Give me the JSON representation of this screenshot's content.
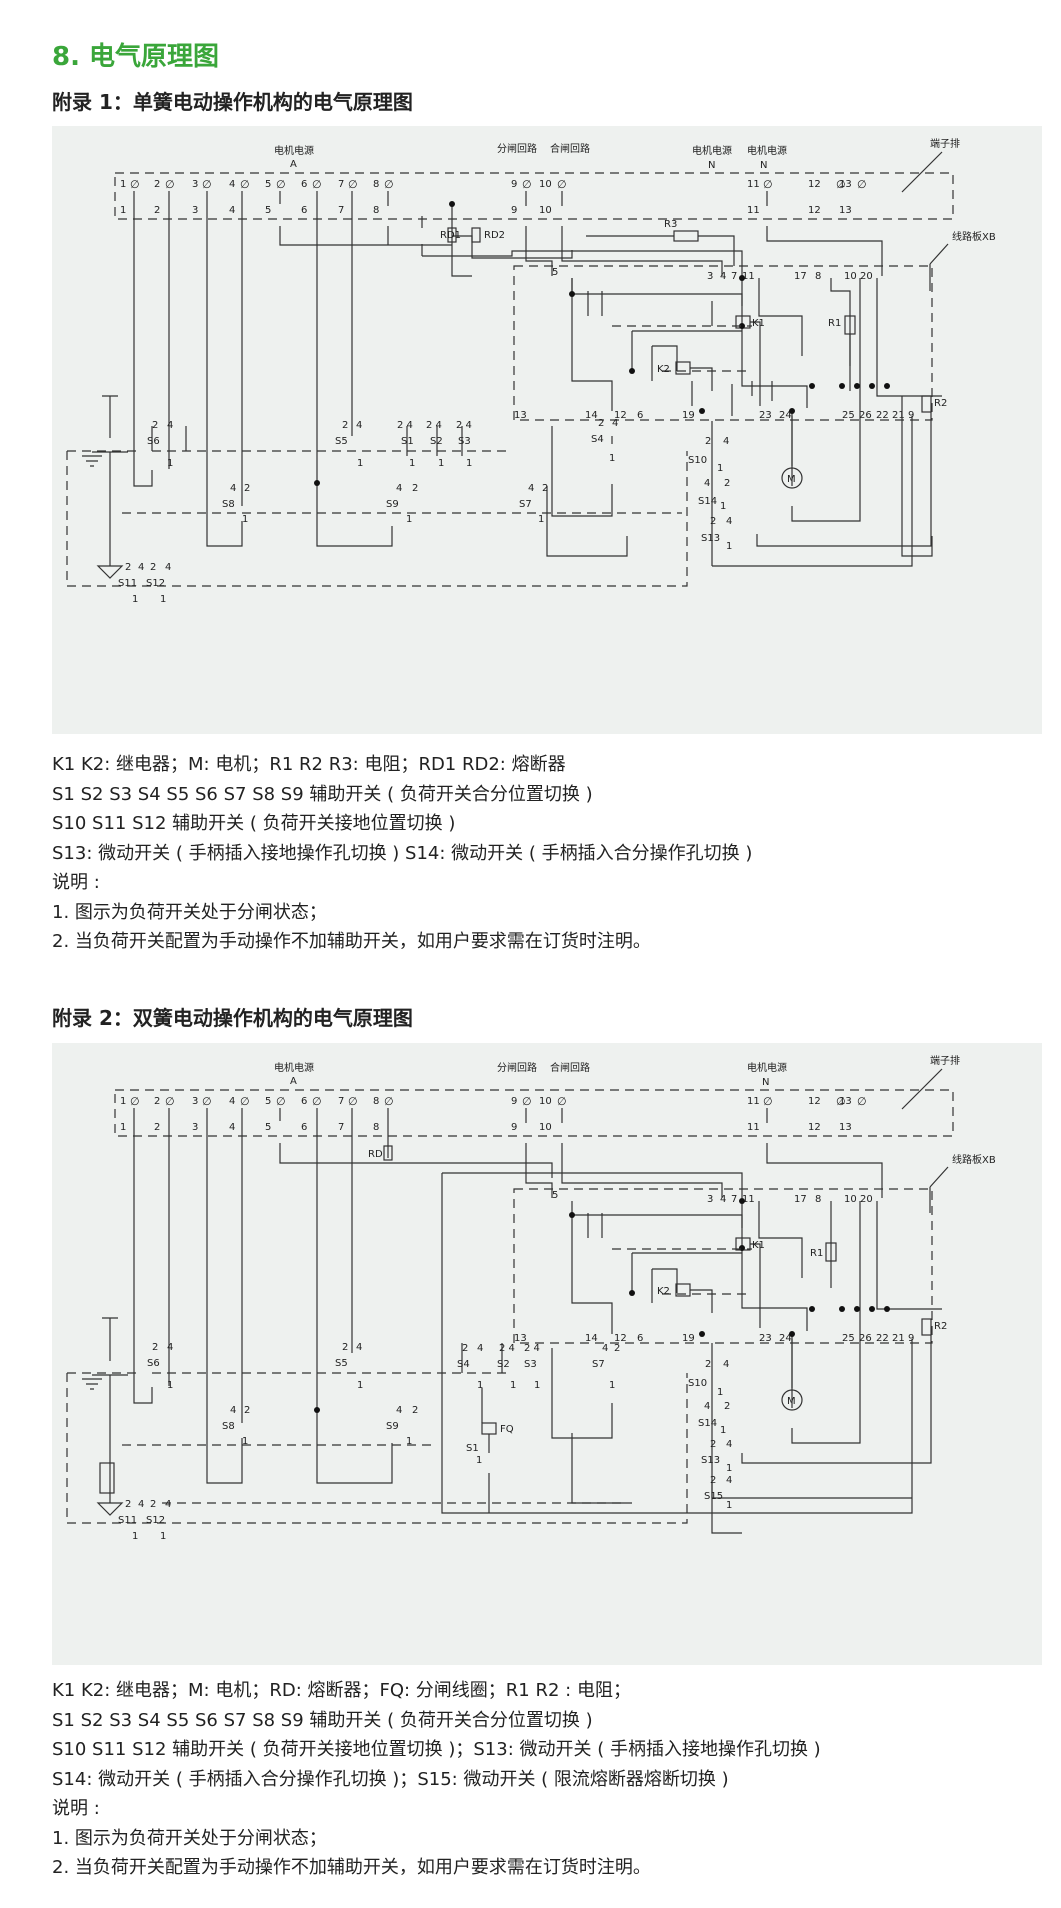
{
  "section_title": "8. 电气原理图",
  "appendix1": {
    "title": "附录 1：单簧电动操作机构的电气原理图",
    "labels": {
      "motor_power_a": "电机电源",
      "a": "A",
      "open_circuit": "分闸回路",
      "close_circuit": "合闸回路",
      "motor_power_n1": "电机电源",
      "n1": "N",
      "motor_power_n2": "电机电源",
      "n2": "N",
      "terminal_strip": "端子排",
      "circuit_board": "线路板XB",
      "rd1": "RD1",
      "rd2": "RD2",
      "r3": "R3",
      "k1": "K1",
      "k2": "K2",
      "r1": "R1",
      "r2": "R2",
      "m": "M",
      "s1": "S1",
      "s2": "S2",
      "s3": "S3",
      "s4": "S4",
      "s5": "S5",
      "s6": "S6",
      "s7": "S7",
      "s8": "S8",
      "s9": "S9",
      "s10": "S10",
      "s11": "S11",
      "s12": "S12",
      "s13": "S13",
      "s14": "S14"
    },
    "terminals_top": [
      "1",
      "2",
      "3",
      "4",
      "5",
      "6",
      "7",
      "8",
      "9",
      "10",
      "11",
      "12",
      "13"
    ],
    "board_terminals": [
      "5",
      "3",
      "4",
      "7",
      "11",
      "17",
      "8",
      "10",
      "20",
      "13",
      "14",
      "12",
      "6",
      "19",
      "23",
      "24",
      "25",
      "26",
      "22",
      "21",
      "9"
    ],
    "notes": [
      "K1 K2: 继电器；M: 电机；R1 R2 R3: 电阻；RD1 RD2: 熔断器",
      "S1 S2 S3 S4 S5 S6 S7 S8 S9 辅助开关 ( 负荷开关合分位置切换 )",
      "S10 S11 S12 辅助开关 ( 负荷开关接地位置切换 )",
      "S13: 微动开关 ( 手柄插入接地操作孔切换 )      S14: 微动开关 ( 手柄插入合分操作孔切换 )",
      "说明 :",
      "1. 图示为负荷开关处于分闸状态；",
      "2. 当负荷开关配置为手动操作不加辅助开关，如用户要求需在订货时注明。"
    ]
  },
  "appendix2": {
    "title": "附录 2：双簧电动操作机构的电气原理图",
    "labels": {
      "motor_power_a": "电机电源",
      "a": "A",
      "open_circuit": "分闸回路",
      "close_circuit": "合闸回路",
      "motor_power_n": "电机电源",
      "n": "N",
      "terminal_strip": "端子排",
      "circuit_board": "线路板XB",
      "rd": "RD",
      "fq": "FQ",
      "k1": "K1",
      "k2": "K2",
      "r1": "R1",
      "r2": "R2",
      "m": "M",
      "s1": "S1",
      "s2": "S2",
      "s3": "S3",
      "s4": "S4",
      "s5": "S5",
      "s6": "S6",
      "s7": "S7",
      "s8": "S8",
      "s9": "S9",
      "s10": "S10",
      "s11": "S11",
      "s12": "S12",
      "s13": "S13",
      "s14": "S14",
      "s15": "S15"
    },
    "terminals_top": [
      "1",
      "2",
      "3",
      "4",
      "5",
      "6",
      "7",
      "8",
      "9",
      "10",
      "11",
      "12",
      "13"
    ],
    "board_terminals": [
      "5",
      "3",
      "4",
      "7",
      "11",
      "17",
      "8",
      "10",
      "20",
      "13",
      "14",
      "12",
      "6",
      "19",
      "23",
      "24",
      "25",
      "26",
      "22",
      "21",
      "9"
    ],
    "notes": [
      "K1 K2: 继电器；M: 电机；RD: 熔断器；FQ: 分闸线圈；R1 R2 : 电阻；",
      "S1 S2 S3 S4 S5 S6 S7 S8 S9 辅助开关 ( 负荷开关合分位置切换 )",
      "S10 S11 S12 辅助开关 ( 负荷开关接地位置切换 )；S13: 微动开关 ( 手柄插入接地操作孔切换 )",
      "S14: 微动开关 ( 手柄插入合分操作孔切换 )；S15: 微动开关 ( 限流熔断器熔断切换 )",
      "说明 :",
      "1. 图示为负荷开关处于分闸状态；",
      "2. 当负荷开关配置为手动操作不加辅助开关，如用户要求需在订货时注明。"
    ]
  }
}
